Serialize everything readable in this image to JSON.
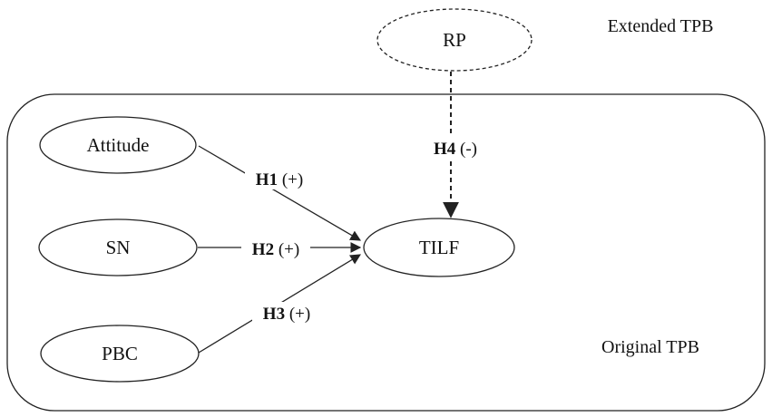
{
  "regions": {
    "extended_label": "Extended TPB",
    "original_label": "Original TPB"
  },
  "nodes": {
    "attitude": "Attitude",
    "sn": "SN",
    "pbc": "PBC",
    "tilf": "TILF",
    "rp": "RP"
  },
  "hypotheses": {
    "h1": {
      "id": "H1",
      "sign": " (+)"
    },
    "h2": {
      "id": "H2",
      "sign": " (+)"
    },
    "h3": {
      "id": "H3",
      "sign": " (+)"
    },
    "h4": {
      "id": "H4",
      "sign": " (-)"
    }
  }
}
